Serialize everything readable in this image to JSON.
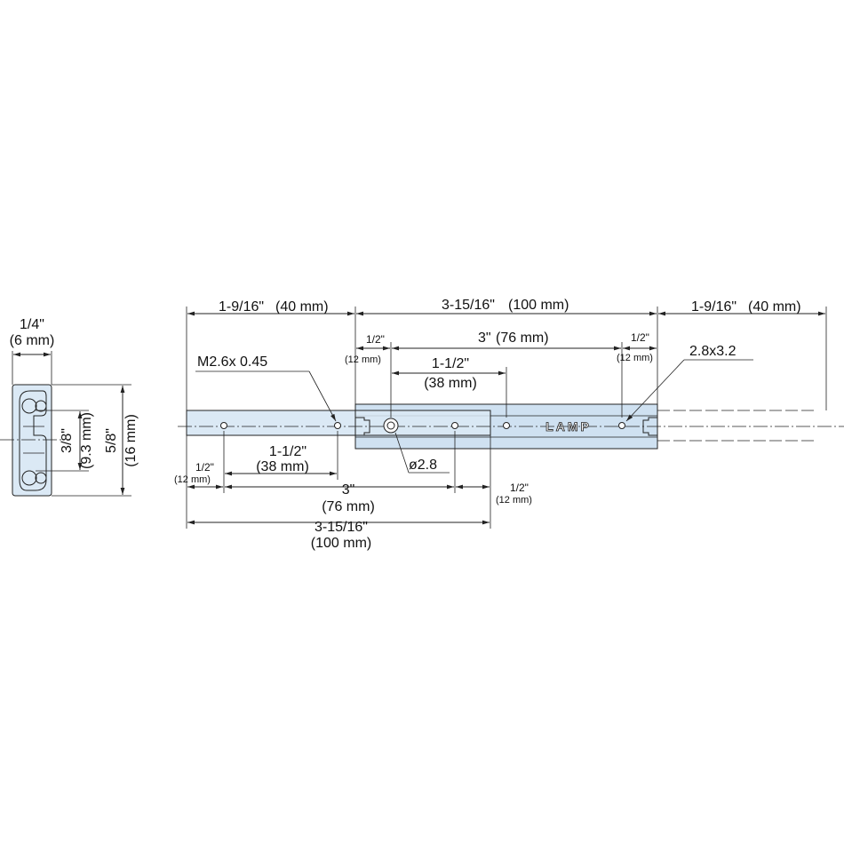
{
  "side_view": {
    "width_in": "1/4\"",
    "width_mm": "(6 mm)",
    "inner_in": "3/8\"",
    "inner_mm": "(9.3 mm)",
    "height_in": "5/8\"",
    "height_mm": "(16 mm)"
  },
  "top_dims": {
    "left_in": "1-9/16\"",
    "left_mm": "(40 mm)",
    "center_in": "3-15/16\"",
    "center_mm": "(100 mm)",
    "right_in": "1-9/16\"",
    "right_mm": "(40 mm)",
    "half_left_in": "1/2\"",
    "half_left_mm": "(12 mm)",
    "three_in": "3\"",
    "three_mm": "(76 mm)",
    "half_right_in": "1/2\"",
    "half_right_mm": "(12 mm)",
    "pitch_in": "1-1/2\"",
    "pitch_mm": "(38 mm)"
  },
  "callouts": {
    "screw": "M2.6x 0.45",
    "slot": "2.8x3.2",
    "hole": "ø2.8"
  },
  "logo": "LAMP",
  "bottom_dims": {
    "half_left_in": "1/2\"",
    "half_left_mm": "(12 mm)",
    "pitch_in": "1-1/2\"",
    "pitch_mm": "(38 mm)",
    "three_in": "3\"",
    "three_mm": "(76 mm)",
    "half_right_in": "1/2\"",
    "half_right_mm": "(12 mm)",
    "total_in": "3-15/16\"",
    "total_mm": "(100 mm)"
  }
}
